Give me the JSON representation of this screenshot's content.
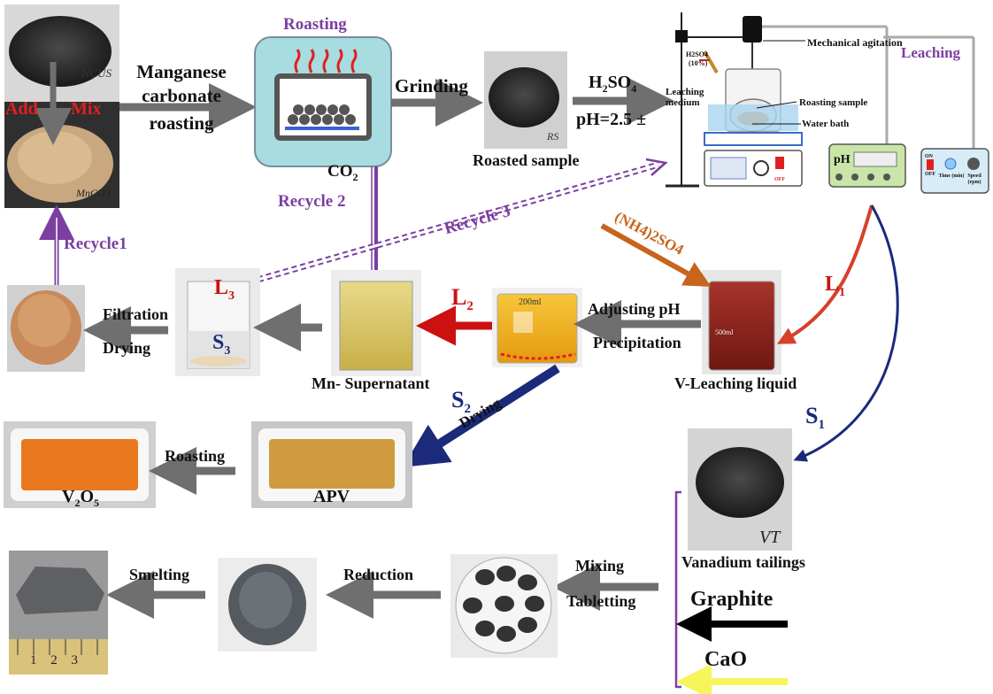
{
  "colors": {
    "process_arrow": "#6f6f6f",
    "recycle": "#7b3fa0",
    "L1": "#d7402b",
    "L2": "#cc1111",
    "solid_path": "#1b2a7a",
    "ammonium": "#c8641e",
    "graphite_arrow": "#000000",
    "cao_arrow": "#f6f55a"
  },
  "labels": {
    "add": "Add",
    "mix": "Mix",
    "hcus": "HCUS",
    "mnco3": "MnCO3",
    "mn_carbonate_1": "Manganese",
    "mn_carbonate_2": "carbonate",
    "mn_carbonate_3": "roasting",
    "roasting_top": "Roasting",
    "co2": "CO",
    "co2_sub": "2",
    "grinding": "Grinding",
    "roasted_sample": "Roasted sample",
    "rs": "RS",
    "h2so4_main": "H",
    "h2so4_sub1": "2",
    "h2so4_main2": "SO",
    "h2so4_sub2": "4",
    "ph_value": "pH=2.5 ±",
    "leaching": "Leaching",
    "mechanical_agitation": "Mechanical agitation",
    "h2so4_small": "H2SO4",
    "h2so4_conc": "(10%)",
    "leaching_medium_1": "Leaching",
    "leaching_medium_2": "medium",
    "roasting_sample": "Roasting sample",
    "water_bath": "Water bath",
    "ph_meter": "pH",
    "on": "ON",
    "off": "OFF",
    "time": "Time (min)",
    "speed": "Speed (rpm)",
    "recycle1": "Recycle1",
    "recycle2": "Recycle 2",
    "recycle3": "Recycle 3",
    "ammonium_sulfate": "(NH4)2SO4",
    "L1": "L",
    "L1_sub": "1",
    "L2": "L",
    "L2_sub": "2",
    "L3": "L",
    "L3_sub": "3",
    "S1": "S",
    "S1_sub": "1",
    "S2": "S",
    "S2_sub": "2",
    "S3": "S",
    "S3_sub": "3",
    "filtration": "Filtration",
    "drying": "Drying",
    "mn_supernatant": "Mn- Supernatant",
    "adjusting_ph": "Adjusting pH",
    "precipitation": "Precipitation",
    "v_leaching_liquid": "V-Leaching liquid",
    "drying_s2": "Drying",
    "roasting_apv": "Roasting",
    "v2o5": "V",
    "v2o5_sub1": "2",
    "v2o5_o": "O",
    "v2o5_sub2": "5",
    "apv": "APV",
    "vanadium_tailings": "Vanadium tailings",
    "vt": "VT",
    "graphite": "Graphite",
    "cao": "CaO",
    "mixing": "Mixing",
    "tabletting": "Tabletting",
    "reduction": "Reduction",
    "smelting": "Smelting",
    "beaker_200ml": "200ml",
    "beaker_500ml": "500ml",
    "ruler_marks": "1 2 3"
  }
}
